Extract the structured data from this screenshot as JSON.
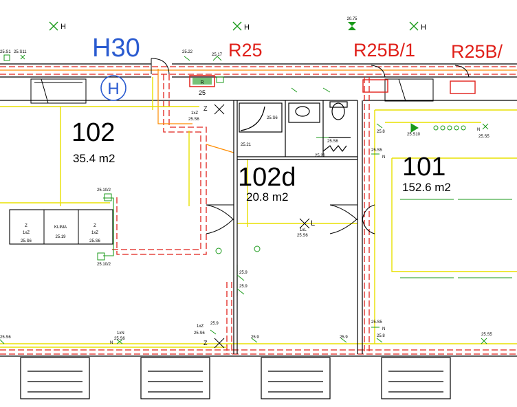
{
  "colors": {
    "wall": "#000000",
    "red": "#e0201a",
    "yellow": "#e8e000",
    "green": "#1a9a1a",
    "blue": "#2a5bd0",
    "orange": "#ff8c00"
  },
  "header": {
    "h30": "H30",
    "h_circle": "H",
    "r25": "R25",
    "r25b1": "R25B/1",
    "r25b": "R25B/"
  },
  "hydrants": {
    "h1": "H",
    "h2": "H",
    "h3": "H",
    "top_code": "20.75"
  },
  "rooms": {
    "r102": {
      "number": "102",
      "area": "35.4 m2"
    },
    "r102d": {
      "number": "102d",
      "area": "20.8 m2"
    },
    "r101": {
      "number": "101",
      "area": "152.6 m2"
    }
  },
  "klima": {
    "left": {
      "l1": "Z",
      "l2": "1xZ",
      "l3": "25.S6"
    },
    "mid": {
      "l1": "KLIMA",
      "l2": "25.19"
    },
    "right": {
      "l1": "Z",
      "l2": "1xZ",
      "l3": "25.S6"
    }
  },
  "codes": {
    "c_s1": "25.S1",
    "c_s11": "25.S11",
    "c_22": "25.22",
    "c_17": "25.17",
    "panel_r": "R",
    "c_25": "25",
    "c_z1": "Z",
    "c_1xz_a": "1xZ",
    "c_s6_a": "25.S6",
    "c_s6_wc": "25.S6",
    "c_21": "25.21",
    "c_s6_b": "25.S6",
    "c_20": "25.20",
    "c_10_2_top": "25.10/2",
    "c_10_2_bot": "25.10/2",
    "c_1xl": "1xL",
    "c_s6_c": "25.S6",
    "c_l": "L",
    "c_9a": "25.9",
    "c_9b": "25.9",
    "c_1xz_b": "1xZ",
    "c_s6_d": "25.S6",
    "c_9c": "25.9",
    "c_9d": "25.9",
    "c_9e": "25.9",
    "c_z2": "Z",
    "c_1xn": "1xN",
    "c_s6_e": "25.S6",
    "c_n1": "N",
    "c_s6_f": "25.S6",
    "c_8a": "25.8",
    "c_s10": "25.S10",
    "c_n2": "N",
    "c_s5a": "25.S5",
    "c_s5b": "25.S5",
    "c_n3": "N",
    "c_s5c": "25.S5",
    "c_n4": "N",
    "c_8b": "25.8",
    "c_s5d": "25.S5"
  }
}
